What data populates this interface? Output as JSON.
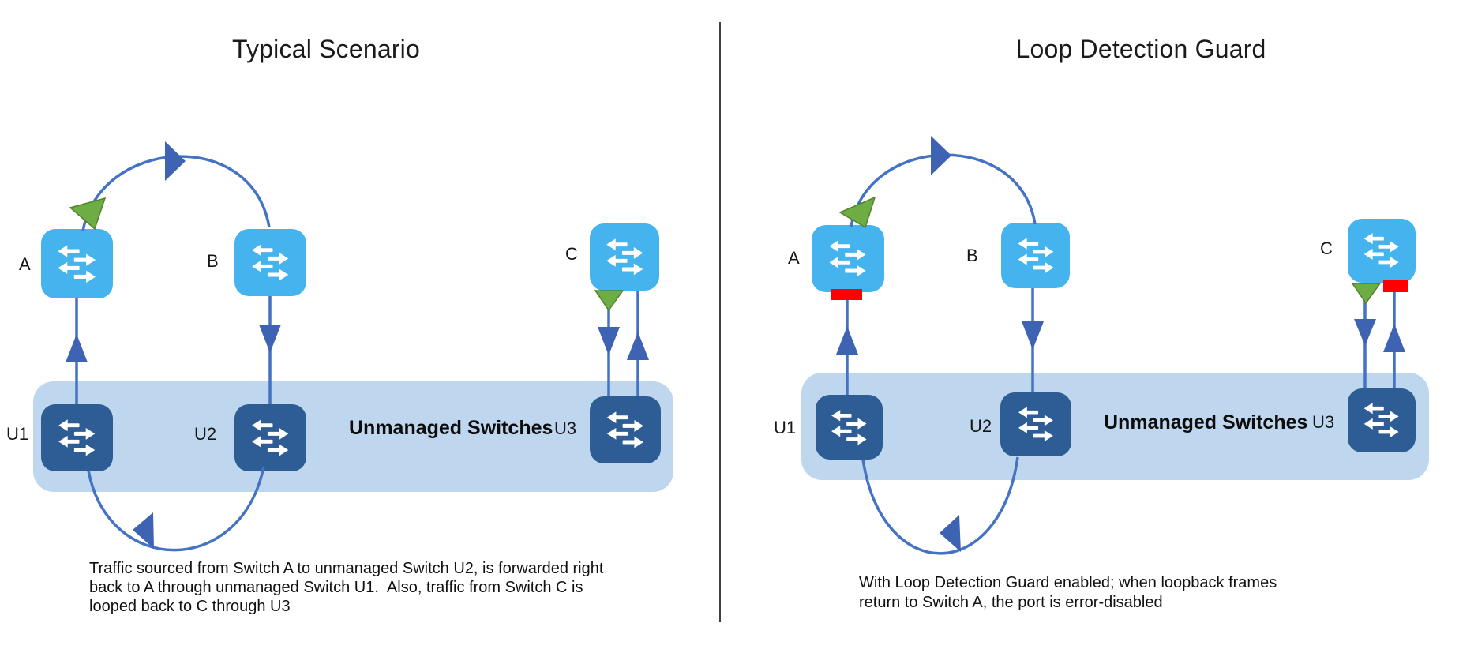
{
  "colors": {
    "managed_switch": "#45B4EE",
    "unmanaged_switch": "#2E5C94",
    "band": "#BFD7EE",
    "connector": "#4472C4",
    "arrowhead": "#3E63B3",
    "loop_marker_green": "#6EAC44",
    "error_red": "#FF0000",
    "text": "#1A1A1A"
  },
  "panels": [
    {
      "title": "Typical Scenario",
      "band_label": "Unmanaged Switches",
      "switches": {
        "a": "A",
        "b": "B",
        "c": "C",
        "u1": "U1",
        "u2": "U2",
        "u3": "U3"
      },
      "caption_lines": [
        "Traffic sourced from Switch A to unmanaged Switch U2, is forwarded right",
        "back to A through unmanaged Switch U1.  Also, traffic from Switch C is",
        "looped back to C through U3"
      ]
    },
    {
      "title": "Loop Detection Guard",
      "band_label": "Unmanaged Switches",
      "switches": {
        "a": "A",
        "b": "B",
        "c": "C",
        "u1": "U1",
        "u2": "U2",
        "u3": "U3"
      },
      "caption_lines": [
        "With Loop Detection Guard enabled; when loopback frames",
        "return to Switch A, the port is error-disabled"
      ]
    }
  ]
}
